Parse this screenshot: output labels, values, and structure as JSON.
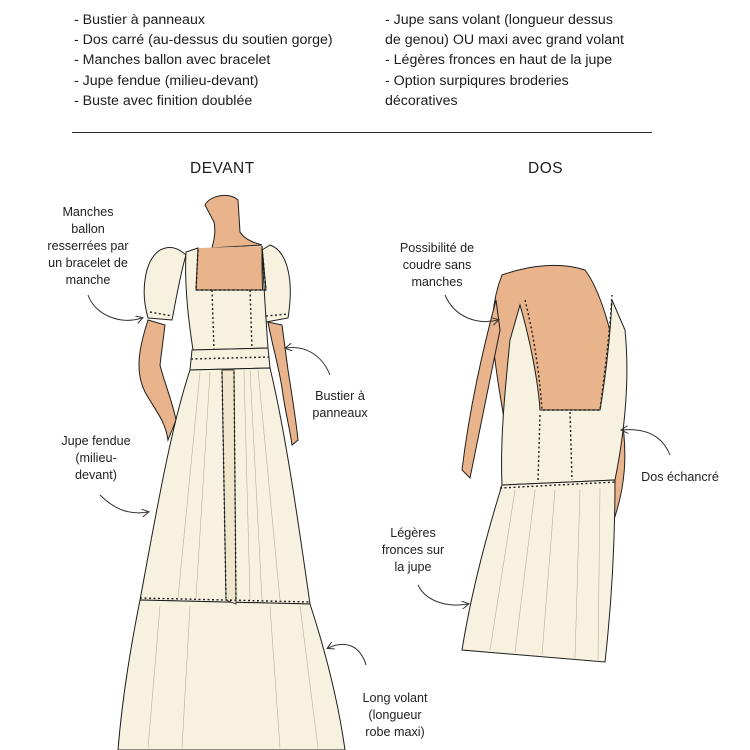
{
  "features_left": [
    "- Bustier à panneaux",
    "- Dos carré (au-dessus du soutien gorge)",
    "- Manches ballon avec bracelet",
    "- Jupe fendue (milieu-devant)",
    "- Buste avec finition doublée"
  ],
  "features_right": [
    "- Jupe sans volant (longueur dessus",
    "de genou) OU maxi avec grand volant",
    "- Légères fronces en haut de la jupe",
    "- Option surpiqures broderies",
    "décoratives"
  ],
  "views": {
    "front": "DEVANT",
    "back": "DOS"
  },
  "annotations": {
    "sleeves": [
      "Manches",
      "ballon",
      "resserrées par",
      "un bracelet de",
      "manche"
    ],
    "bustier": [
      "Bustier à",
      "panneaux"
    ],
    "slit": [
      "Jupe fendue",
      "(milieu-",
      "devant)"
    ],
    "flounce": [
      "Long volant",
      "(longueur",
      "robe maxi)"
    ],
    "sleeveless": [
      "Possibilité de",
      "coudre sans",
      "manches"
    ],
    "back": [
      "Dos échancré"
    ],
    "gathers": [
      "Légères",
      "fronces sur",
      "la jupe"
    ]
  },
  "colors": {
    "fabric": "#f7f1df",
    "skin": "#e9b48c",
    "outline": "#1e1e1e",
    "text": "#1c1c1c"
  }
}
